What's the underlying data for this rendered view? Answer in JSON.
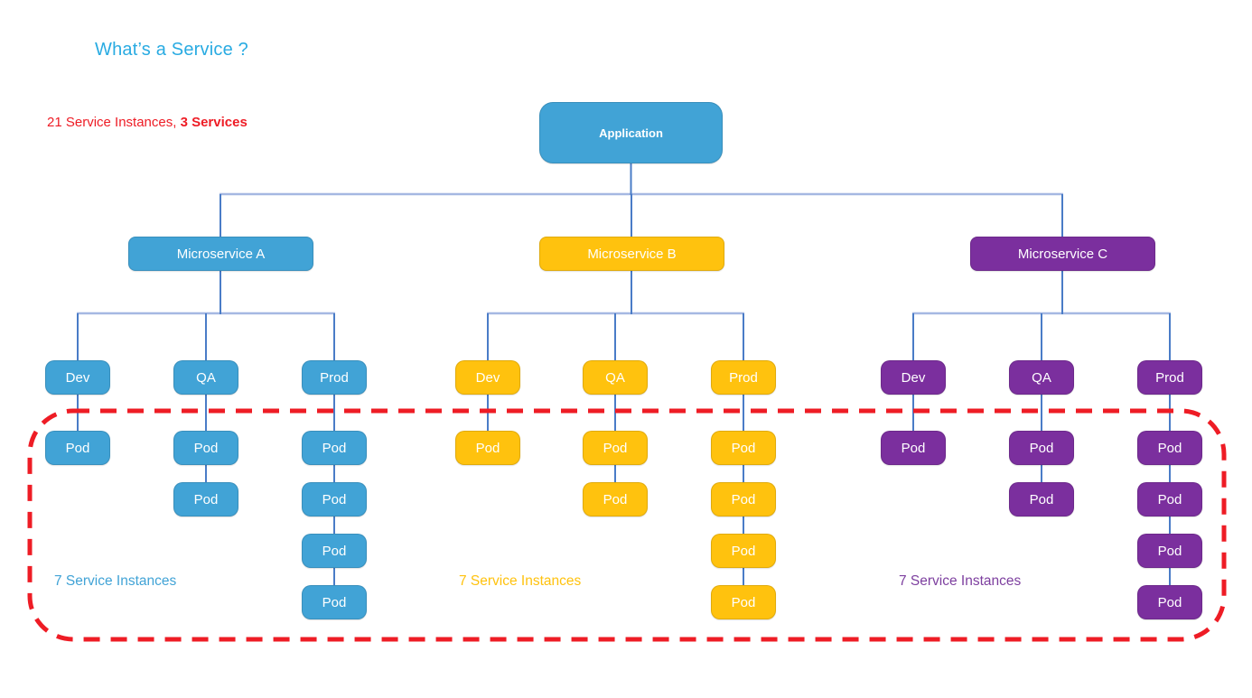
{
  "title": "What’s a Service ?",
  "summary": {
    "prefix": "21 Service Instances, ",
    "bold": "3 Services"
  },
  "root": {
    "label": "Application"
  },
  "groups": [
    {
      "label": "Microservice A",
      "color": "#41A3D6",
      "instances_label": "7 Service Instances",
      "environments": [
        {
          "label": "Dev",
          "pods": [
            "Pod"
          ]
        },
        {
          "label": "QA",
          "pods": [
            "Pod",
            "Pod"
          ]
        },
        {
          "label": "Prod",
          "pods": [
            "Pod",
            "Pod",
            "Pod",
            "Pod"
          ]
        }
      ]
    },
    {
      "label": "Microservice B",
      "color": "#FFC20E",
      "instances_label": "7 Service Instances",
      "environments": [
        {
          "label": "Dev",
          "pods": [
            "Pod"
          ]
        },
        {
          "label": "QA",
          "pods": [
            "Pod",
            "Pod"
          ]
        },
        {
          "label": "Prod",
          "pods": [
            "Pod",
            "Pod",
            "Pod",
            "Pod"
          ]
        }
      ]
    },
    {
      "label": "Microservice C",
      "color": "#7B2F9E",
      "instances_label": "7 Service Instances",
      "environments": [
        {
          "label": "Dev",
          "pods": [
            "Pod"
          ]
        },
        {
          "label": "QA",
          "pods": [
            "Pod",
            "Pod"
          ]
        },
        {
          "label": "Prod",
          "pods": [
            "Pod",
            "Pod",
            "Pod",
            "Pod"
          ]
        }
      ]
    }
  ],
  "colors": {
    "root_fill": "#41A3D6",
    "title_text": "#29ABE2",
    "summary_text": "#EE1C25",
    "highlight_border": "#EE1C25",
    "connector_vertical": "#4A7CC7",
    "connector_horizontal": "#A5B8E2",
    "instances_a_text": "#41A3D6",
    "instances_b_text": "#FFC20E",
    "instances_c_text": "#7D3F9F",
    "node_text": "#FFFFFF"
  }
}
